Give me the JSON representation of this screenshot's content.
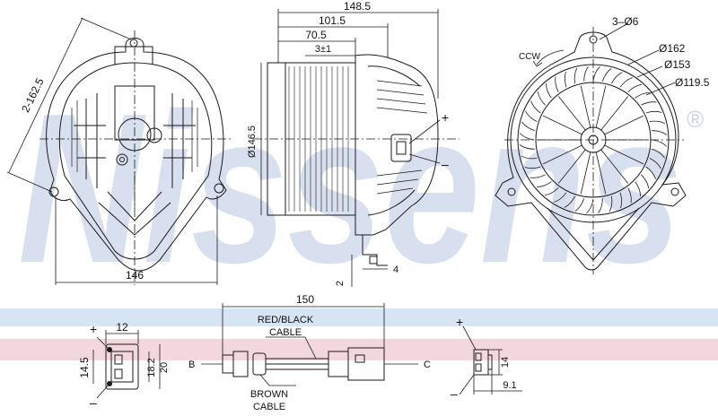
{
  "watermark": {
    "brand": "Nissens",
    "registered_mark": "®",
    "brand_color": "#cfd8ea",
    "band_blue": "#d6e4f3",
    "band_pink": "#f3d7df"
  },
  "view_left": {
    "height_dim": "2-162.5",
    "width_dim": "146"
  },
  "view_side": {
    "dim_total": "148.5",
    "dim_housing": "101.5",
    "dim_wheel": "70.5",
    "dim_gap": "3±1",
    "dim_diameter": "Ø146.5",
    "dim_flange": "2",
    "dim_tab": "4",
    "terminal_plus": "+",
    "terminal_minus": "–"
  },
  "view_front": {
    "holes": "3–Ø6",
    "rotation": "CCW",
    "dia_outer": "Ø162",
    "dia_mid": "Ø153",
    "dia_inner": "Ø119.5"
  },
  "connector_left": {
    "plus": "+",
    "minus": "–",
    "width_dim": "12",
    "height_dim": "14.5",
    "inner_dim": "18.2",
    "outer_dim": "20"
  },
  "cable": {
    "length_dim": "150",
    "red_black_line1": "RED/BLACK",
    "red_black_line2": "CABLE",
    "brown_line1": "BROWN",
    "brown_line2": "CABLE",
    "end_b": "B",
    "end_c": "C"
  },
  "connector_right": {
    "plus": "+",
    "minus": "–",
    "height_dim": "14",
    "width_dim": "9.1"
  }
}
